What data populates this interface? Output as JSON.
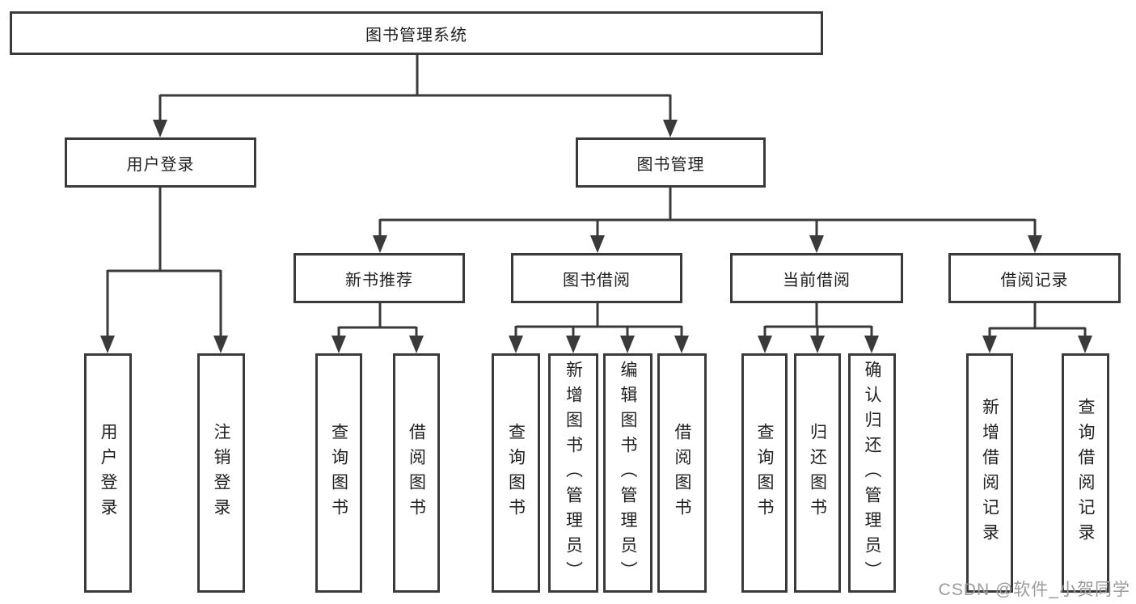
{
  "diagram": {
    "title": "图书管理系统",
    "nodes": {
      "root": "图书管理系统",
      "user_login": "用户登录",
      "book_management": "图书管理",
      "new_book_recommend": "新书推荐",
      "book_borrowing": "图书借阅",
      "current_borrowing": "当前借阅",
      "borrowing_records": "借阅记录",
      "leaf_user_login": "用户登录",
      "leaf_logout": "注销登录",
      "leaf_query_books_recommend": "查询图书",
      "leaf_borrow_books_recommend": "借阅图书",
      "leaf_query_books_borrowing": "查询图书",
      "leaf_add_books_admin": "新增图书（管理员）",
      "leaf_edit_books_admin": "编辑图书（管理员）",
      "leaf_borrow_books_borrowing": "借阅图书",
      "leaf_query_books_current": "查询图书",
      "leaf_return_books": "归还图书",
      "leaf_confirm_return_admin": "确认归还（管理员）",
      "leaf_add_borrow_record": "新增借阅记录",
      "leaf_query_borrow_record": "查询借阅记录"
    },
    "hierarchy": {
      "图书管理系统": [
        "用户登录",
        "图书管理"
      ],
      "用户登录": [
        "用户登录",
        "注销登录"
      ],
      "图书管理": [
        "新书推荐",
        "图书借阅",
        "当前借阅",
        "借阅记录"
      ],
      "新书推荐": [
        "查询图书",
        "借阅图书"
      ],
      "图书借阅": [
        "查询图书",
        "新增图书（管理员）",
        "编辑图书（管理员）",
        "借阅图书"
      ],
      "当前借阅": [
        "查询图书",
        "归还图书",
        "确认归还（管理员）"
      ],
      "借阅记录": [
        "新增借阅记录",
        "查询借阅记录"
      ]
    }
  },
  "watermark": {
    "text": "CSDN @软件_小贺同学",
    "color": "#9b9b9b"
  },
  "colors": {
    "line": "#3a3a3a",
    "box_border": "#3a3a3a",
    "box_background": "#ffffff",
    "text": "#1f1f1f",
    "page_background": "#ffffff"
  }
}
